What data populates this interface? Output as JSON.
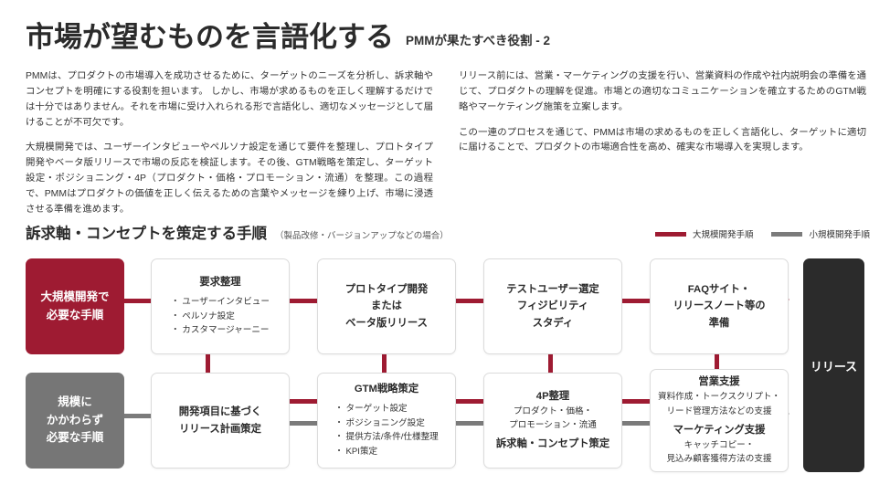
{
  "header": {
    "title": "市場が望むものを言語化する",
    "subtitle": "PMMが果たすべき役割 - 2"
  },
  "body": {
    "left": [
      "PMMは、プロダクトの市場導入を成功させるために、ターゲットのニーズを分析し、訴求軸やコンセプトを明確にする役割を担います。 しかし、市場が求めるものを正しく理解するだけでは十分ではありません。それを市場に受け入れられる形で言語化し、適切なメッセージとして届けることが不可欠です。",
      "大規模開発では、ユーザーインタビューやペルソナ設定を通じて要件を整理し、プロトタイプ開発やベータ版リリースで市場の反応を検証します。その後、GTM戦略を策定し、ターゲット設定・ポジショニング・4P（プロダクト・価格・プロモーション・流通）を整理。この過程で、PMMはプロダクトの価値を正しく伝えるための言葉やメッセージを練り上げ、市場に浸透させる準備を進めます。"
    ],
    "right": [
      "リリース前には、営業・マーケティングの支援を行い、営業資料の作成や社内説明会の準備を通じて、プロダクトの理解を促進。市場との適切なコミュニケーションを確立するためのGTM戦略やマーケティング施策を立案します。",
      "この一連のプロセスを通じて、PMMは市場の求めるものを正しく言語化し、ターゲットに適切に届けることで、プロダクトの市場適合性を高め、確実な市場導入を実現します。"
    ]
  },
  "section": {
    "title": "訴求軸・コンセプトを策定する手順",
    "note": "（製品改修・バージョンアップなどの場合）"
  },
  "legend": {
    "items": [
      {
        "label": "大規模開発手順",
        "color": "#9e1b32"
      },
      {
        "label": "小規模開発手順",
        "color": "#7b7b7b"
      }
    ]
  },
  "diagram": {
    "row_large_label": "大規模開発で\n必要な手順",
    "row_large_label_lines": [
      "大規模開発で",
      "必要な手順"
    ],
    "row_small_label_lines": [
      "規模に",
      "かかわらず",
      "必要な手順"
    ],
    "release_label": "リリース",
    "top_row": [
      {
        "title": "要求整理",
        "bullets": [
          "・ ユーザーインタビュー",
          "・ ペルソナ設定",
          "・ カスタマージャーニー"
        ]
      },
      {
        "lines": [
          "プロトタイプ開発",
          "または",
          "ベータ版リリース"
        ]
      },
      {
        "lines": [
          "テストユーザー選定",
          "フィジビリティ",
          "スタディ"
        ]
      },
      {
        "lines": [
          "FAQサイト・",
          "リリースノート等の",
          "準備"
        ]
      }
    ],
    "bottom_row": [
      {
        "lines": [
          "開発項目に基づく",
          "リリース計画策定"
        ]
      },
      {
        "title": "GTM戦略策定",
        "bullets": [
          "・ ターゲット設定",
          "・ ポジショニング設定",
          "・ 提供方法/条件/仕様整理",
          "・ KPI策定"
        ]
      },
      {
        "title": "4P整理",
        "sub_lines": [
          "プロダクト・価格・",
          "プロモーション・流通"
        ],
        "sub_title": "訴求軸・コンセプト策定"
      },
      {
        "title": "営業支援",
        "sub_lines": [
          "資料作成・トークスクリプト・",
          "リード管理方法などの支援"
        ],
        "sub_title": "マーケティング支援",
        "sub_lines2": [
          "キャッチコピー・",
          "見込み顧客獲得方法の支援"
        ]
      }
    ]
  },
  "colors": {
    "accent_red": "#9e1b32",
    "accent_gray": "#767676",
    "release_black": "#2b2b2b"
  }
}
